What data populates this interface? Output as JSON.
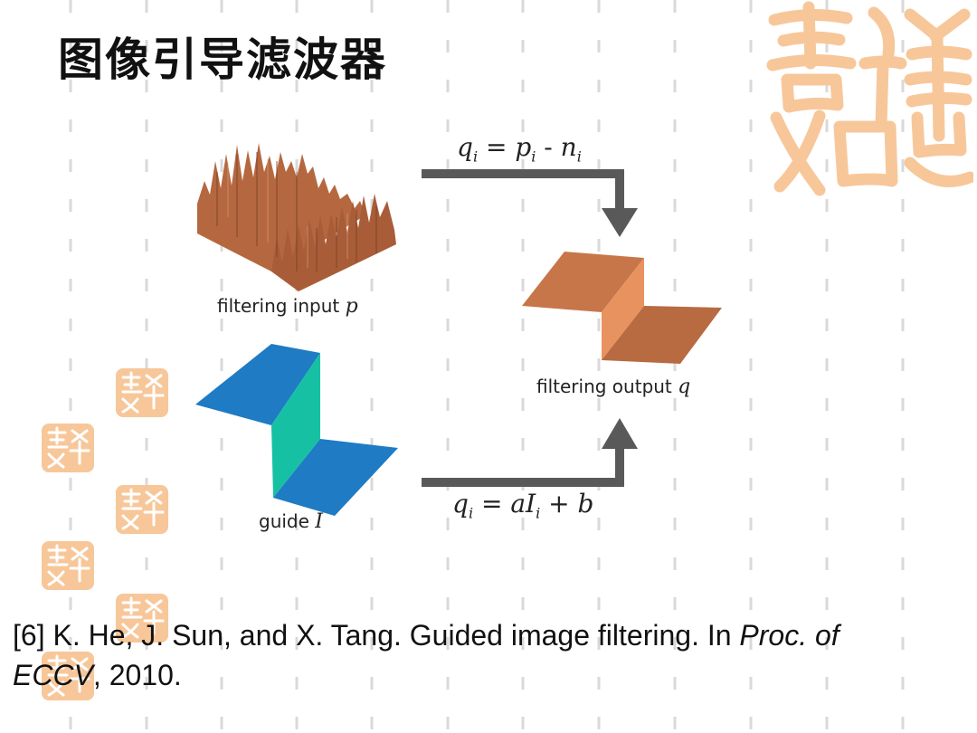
{
  "slide": {
    "title": "图像引导滤波器"
  },
  "watermark": {
    "seal_text": "吉祥如意",
    "seal_color": "#f7c79a"
  },
  "diagram": {
    "input_label": "filtering input ",
    "input_var": "p",
    "guide_label": "guide ",
    "guide_var": "I",
    "output_label": "filtering output ",
    "output_var": "q",
    "top_eq": {
      "lhs": "q",
      "lhs_sub": "i",
      "eq_sign": " = ",
      "term1": "p",
      "term1_sub": "i",
      "minus": " - ",
      "term2": "n",
      "term2_sub": "i"
    },
    "bottom_eq": {
      "lhs": "q",
      "lhs_sub": "i",
      "eq_sign": " = ",
      "coef": "aI",
      "coef_sub": "i",
      "plus": " + ",
      "offset": "b"
    },
    "colors": {
      "arrow": "#595959",
      "noisy_surface": "#b5683f",
      "output_surface": "#c7764a",
      "output_step": "#e8925f",
      "guide_top": "#1e7bc4",
      "guide_step": "#16c1a3"
    }
  },
  "citation": {
    "part1": "[6] K. He, J. Sun, and X. Tang. Guided image filtering. In ",
    "venue": "Proc. of ECCV",
    "part2": ", 2010."
  }
}
